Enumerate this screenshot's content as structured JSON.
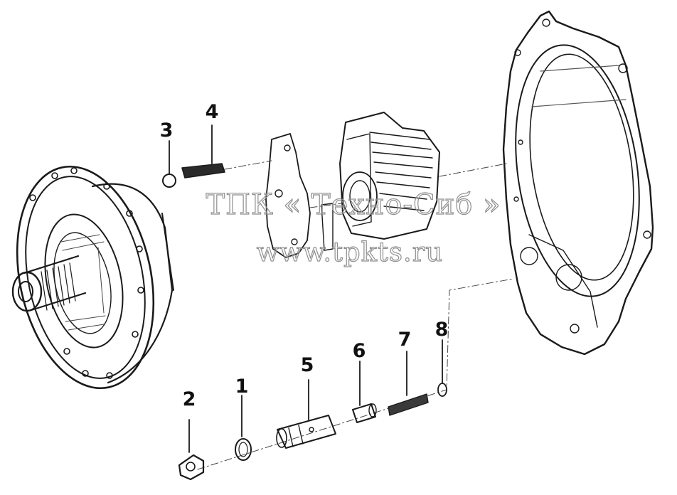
{
  "diagram": {
    "callouts": [
      "1",
      "2",
      "3",
      "4",
      "5",
      "6",
      "7",
      "8"
    ],
    "ink_color": "#111111"
  },
  "watermark": {
    "title": "ТПК « Техно-Сиб »",
    "url": "www.tpkts.ru",
    "outline_color": "#8f8f8f"
  }
}
